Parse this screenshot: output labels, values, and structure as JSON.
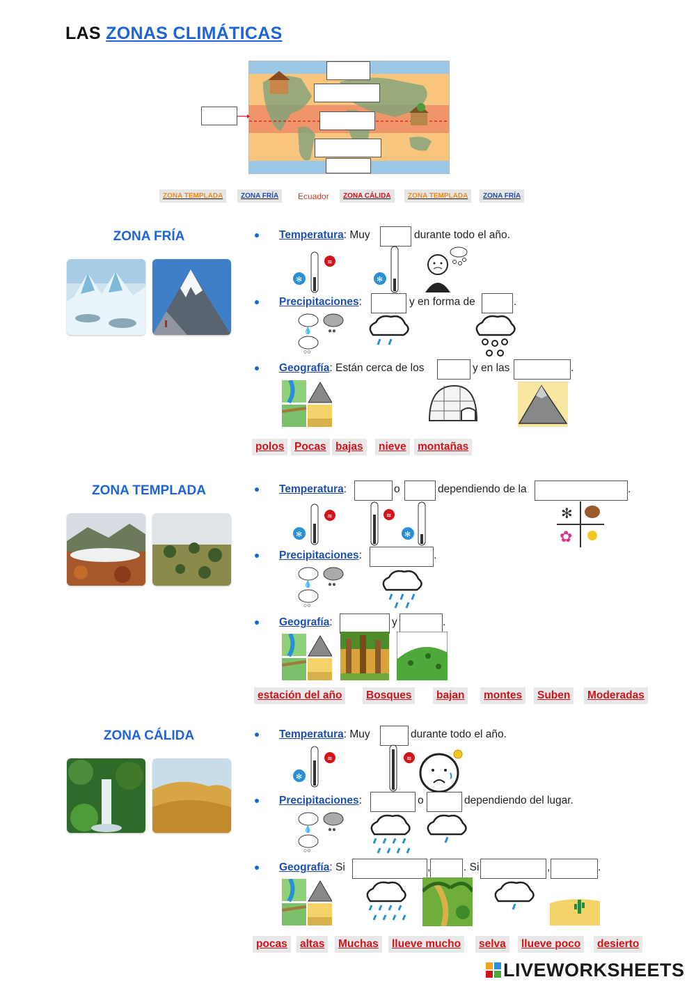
{
  "title": {
    "prefix": "LAS",
    "highlight": "ZONAS CLIMÁTICAS"
  },
  "map_chips": [
    {
      "label": "ZONA TEMPLADA",
      "color": "#f08a1e"
    },
    {
      "label": "ZONA FRÍA",
      "color": "#1e4fb0"
    },
    {
      "label": "Ecuador",
      "color": "#d03a2a"
    },
    {
      "label": "ZONA CÁLIDA",
      "color": "#d2141a"
    },
    {
      "label": "ZONA TEMPLADA",
      "color": "#f08a1e"
    },
    {
      "label": "ZONA FRÍA",
      "color": "#1e4fb0"
    }
  ],
  "fria": {
    "title": "ZONA FRÍA",
    "temp": {
      "key": "Temperatura",
      "colon": ":",
      "pre": "Muy",
      "post": "durante todo el año."
    },
    "prec": {
      "key": "Precipitaciones",
      "colon": ":",
      "mid": "y en forma de",
      "end": "."
    },
    "geo": {
      "key": "Geografía",
      "colon": ":",
      "pre": "Están cerca de los",
      "mid": "y en las",
      "end": "."
    },
    "words": [
      "polos",
      "Pocas",
      "bajas",
      "nieve",
      "montañas"
    ]
  },
  "templada": {
    "title": "ZONA TEMPLADA",
    "temp": {
      "key": "Temperatura",
      "colon": ":",
      "mid": "o",
      "post": "dependiendo de la",
      "end": "."
    },
    "prec": {
      "key": "Precipitaciones",
      "colon": ":",
      "end": "."
    },
    "geo": {
      "key": "Geografía",
      "colon": ":",
      "mid": "y",
      "end": "."
    },
    "words": [
      "estación del año",
      "Bosques",
      "bajan",
      "montes",
      "Suben",
      "Moderadas"
    ]
  },
  "calida": {
    "title": "ZONA CÁLIDA",
    "temp": {
      "key": "Temperatura",
      "colon": ":",
      "pre": "Muy",
      "post": "durante todo el año."
    },
    "prec": {
      "key": "Precipitaciones",
      "colon": ":",
      "mid": "o",
      "post": "dependiendo del lugar."
    },
    "geo": {
      "key": "Geografía",
      "colon": ":",
      "pre": "Si",
      "comma": ",",
      "mid": ". Si",
      "comma2": ",",
      "end": "."
    },
    "words": [
      "pocas",
      "altas",
      "Muchas",
      "llueve mucho",
      "selva",
      "llueve poco",
      "desierto"
    ]
  },
  "brand": {
    "name": "LIVEWORKSHEETS"
  },
  "colors": {
    "accent": "#1e64d8",
    "answer_red": "#d2141a",
    "hot": "#d2141a",
    "cold": "#2b8fd8"
  },
  "icons": [
    "thermometer-icon",
    "snowflake-icon",
    "heat-icon",
    "rain-cloud-icon",
    "snow-cloud-icon",
    "igloo-icon",
    "mountain-icon",
    "forest-icon",
    "hill-icon",
    "desert-icon",
    "jungle-icon",
    "seasons-icon",
    "cold-person-icon",
    "hot-face-icon"
  ]
}
